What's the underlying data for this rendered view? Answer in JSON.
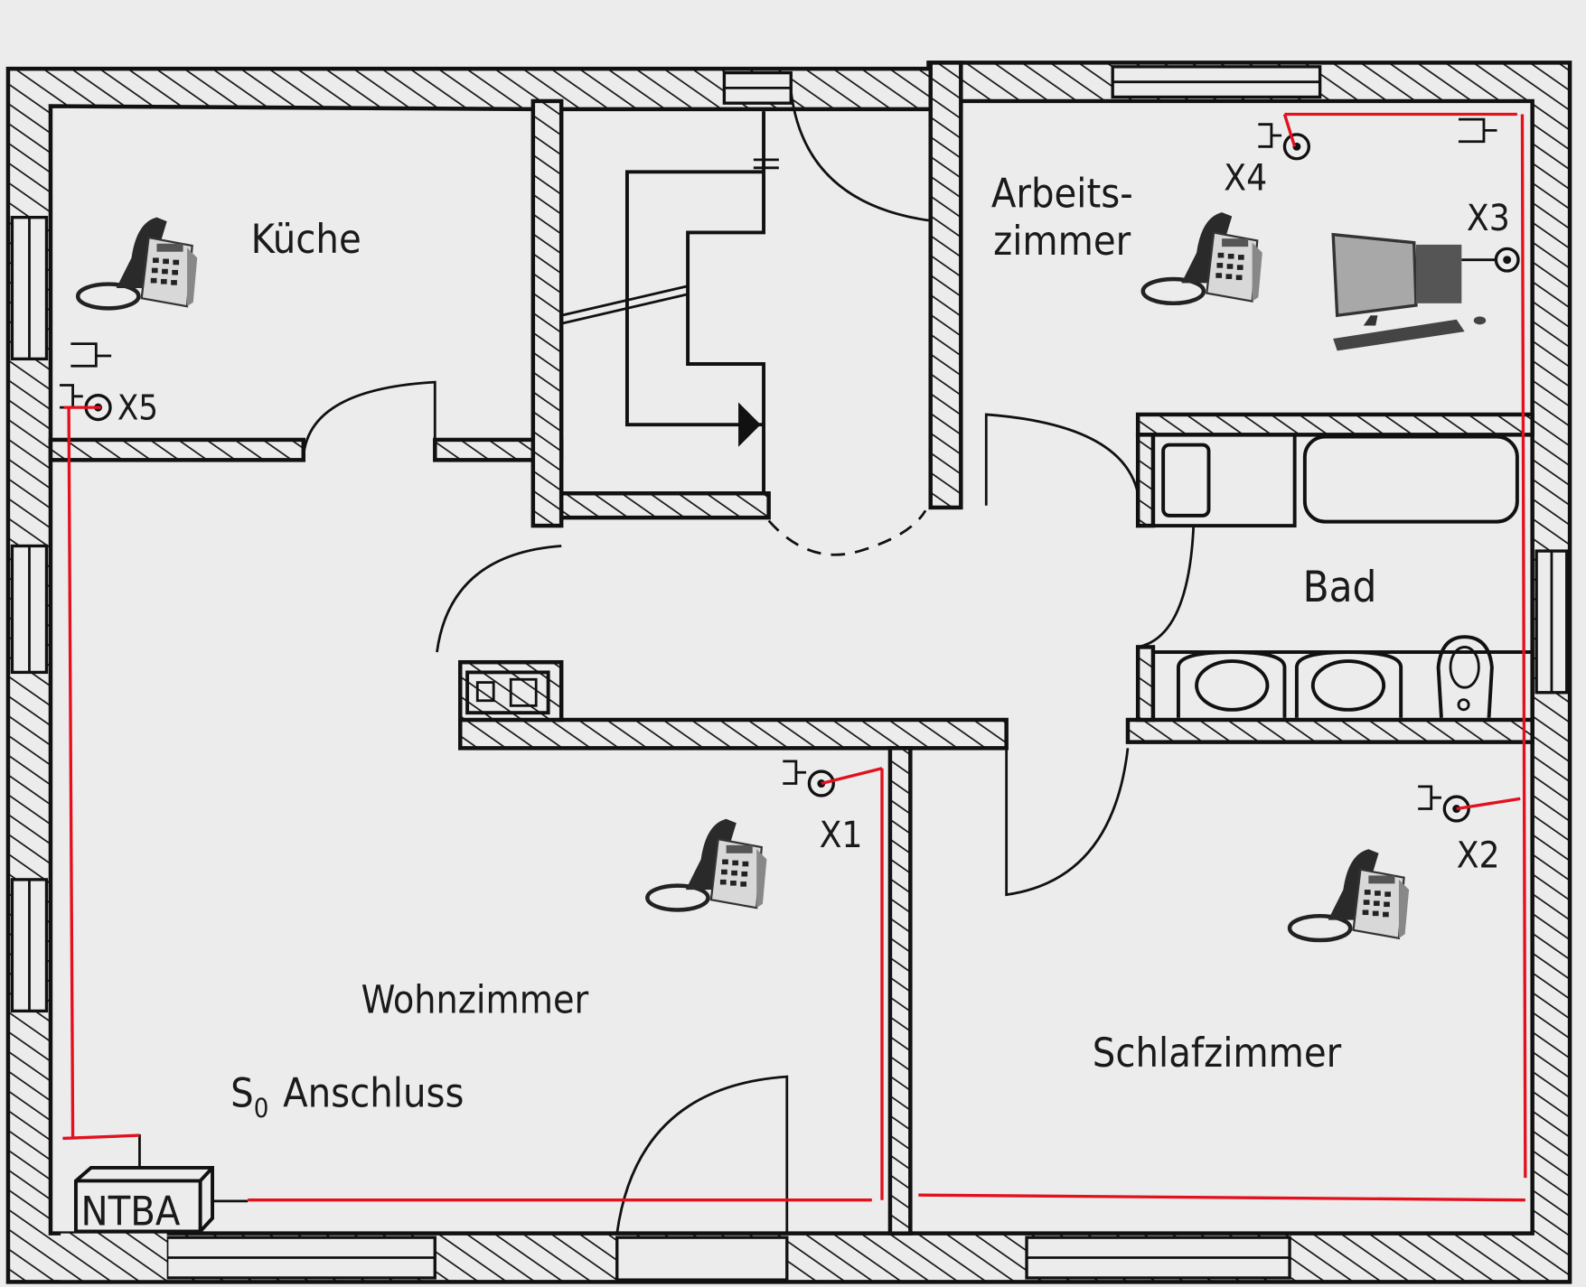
{
  "colors": {
    "background": "#ececec",
    "lines": "#111111",
    "cabling": "#e3101e"
  },
  "rooms": {
    "kitchen": "Küche",
    "office_line1": "Arbeits-",
    "office_line2": "zimmer",
    "bath": "Bad",
    "living": "Wohnzimmer",
    "bedroom": "Schlafzimmer"
  },
  "connection": {
    "s": "S",
    "sub": "0",
    "rest": "Anschluss"
  },
  "ntba": "NTBA",
  "sockets": [
    "X1",
    "X2",
    "X3",
    "X4",
    "X5"
  ],
  "icons": [
    "telephone-icon",
    "computer-icon",
    "socket-icon",
    "bathtub-icon",
    "sink-icon",
    "toilet-icon"
  ]
}
